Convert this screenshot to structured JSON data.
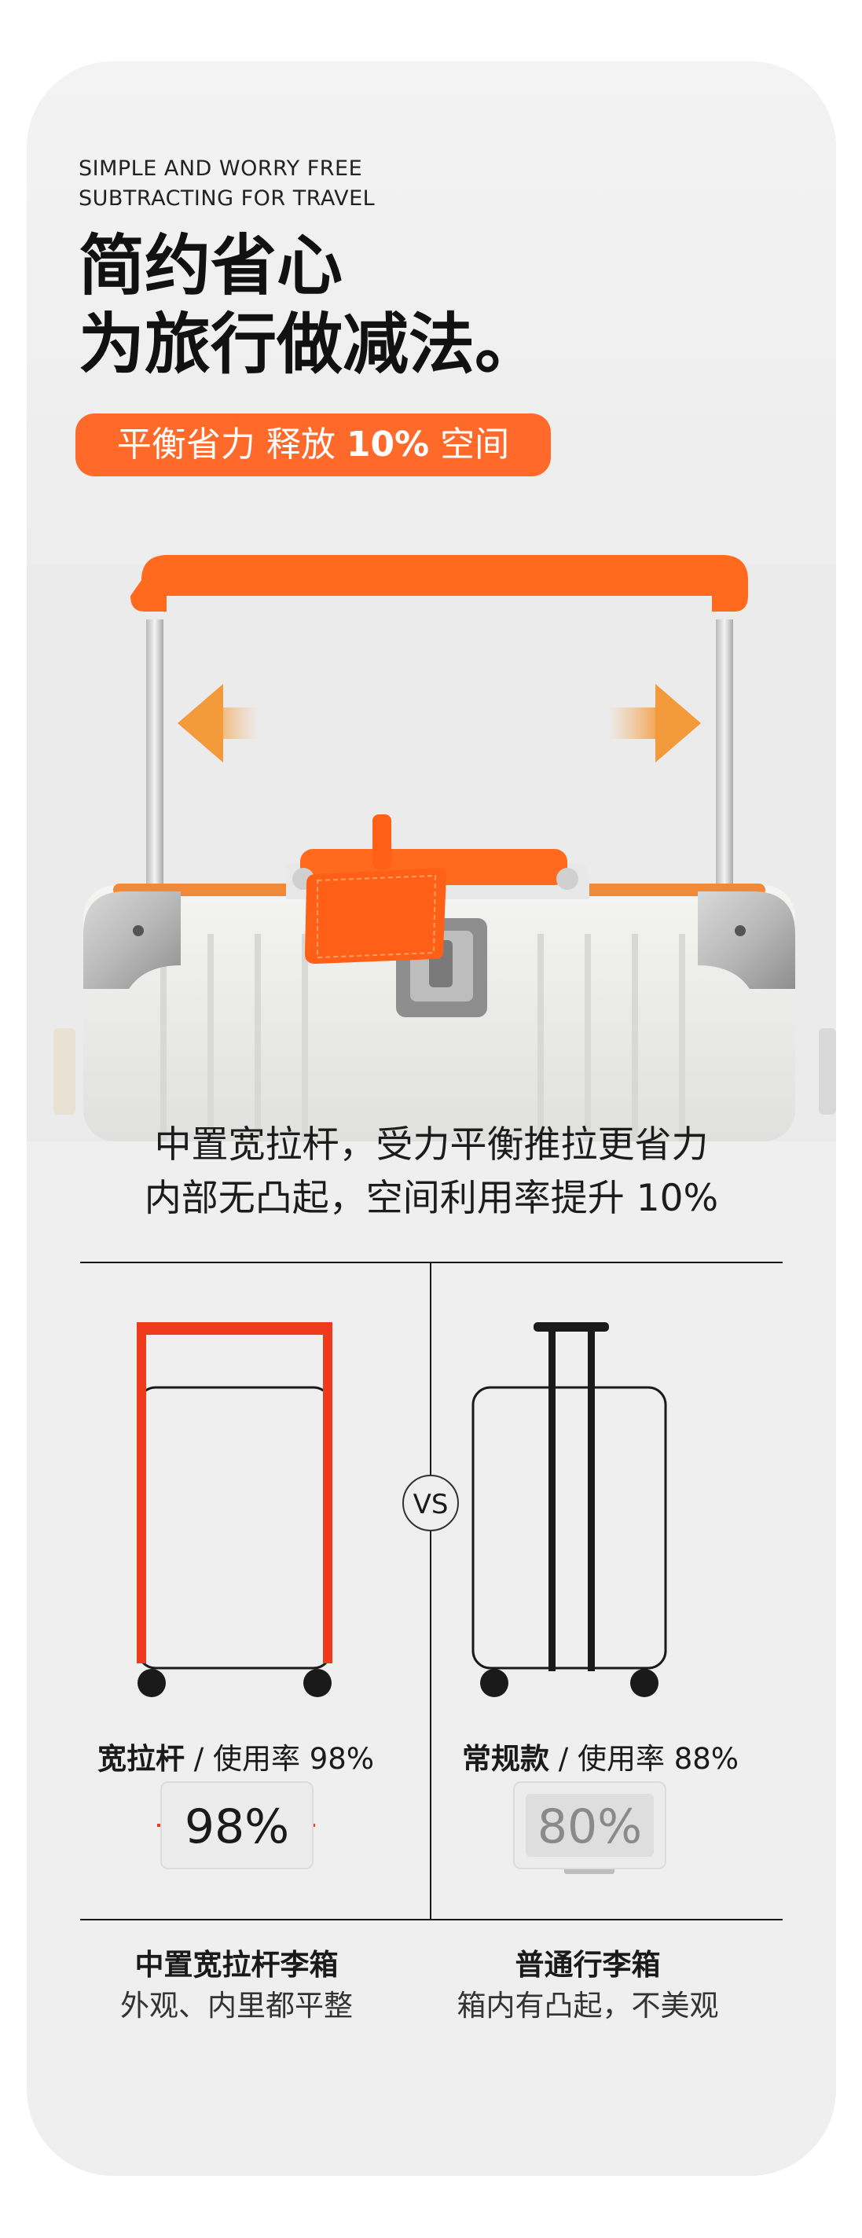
{
  "hero": {
    "eng_line1": "SIMPLE AND WORRY FREE",
    "eng_line2": "SUBTRACTING FOR TRAVEL",
    "headline_line1": "简约省心",
    "headline_line2": "为旅行做减法。",
    "pill_prefix": "平衡省力 释放 ",
    "pill_value": "10%",
    "pill_suffix": " 空间"
  },
  "description": {
    "line1": "中置宽拉杆，受力平衡推拉更省力",
    "line2": "内部无凸起，空间利用率提升 10%"
  },
  "comparison": {
    "vs": "VS",
    "left": {
      "label_bold": "宽拉杆",
      "label_rest": " / 使用率 98%",
      "gauge_value": "98%",
      "title": "中置宽拉杆李箱",
      "subtitle": "外观、内里都平整"
    },
    "right": {
      "label_bold": "常规款",
      "label_rest": " / 使用率 88%",
      "gauge_value": "80%",
      "title": "普通行李箱",
      "subtitle": "箱内有凸起，不美观"
    }
  },
  "colors": {
    "accent": "#ff6a2b",
    "wide_handle_red": "#f03a1c",
    "card_bg": "#efefef",
    "line_dark": "#1a1a1a"
  },
  "icons": [
    "arrow-left-icon",
    "arrow-right-icon",
    "luggage-wide-handle-icon",
    "luggage-standard-icon",
    "vs-badge-icon"
  ]
}
